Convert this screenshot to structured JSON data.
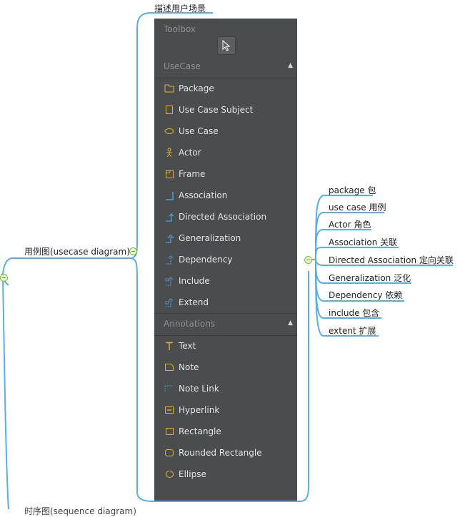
{
  "mindmap": {
    "top_branch": "描述用户场景",
    "main_node": "用例图(usecase diagram)",
    "bottom_partial": "时序图(sequence diagram)",
    "right_branches": [
      "package 包",
      "use case 用例",
      "Actor 角色",
      "Association 关联",
      "Directed Association 定向关联",
      "Generalization 泛化",
      "Dependency 依赖",
      "include 包含",
      "extent 扩展"
    ]
  },
  "toolbox": {
    "title": "Toolbox",
    "pointer_icon": "pointer-arrow-icon",
    "sections": [
      {
        "header": "UseCase",
        "items": [
          {
            "label": "Package",
            "icon": "package-icon"
          },
          {
            "label": "Use Case Subject",
            "icon": "use-case-subject-icon"
          },
          {
            "label": "Use Case",
            "icon": "use-case-icon"
          },
          {
            "label": "Actor",
            "icon": "actor-icon"
          },
          {
            "label": "Frame",
            "icon": "frame-icon"
          },
          {
            "label": "Association",
            "icon": "association-icon"
          },
          {
            "label": "Directed Association",
            "icon": "directed-association-icon"
          },
          {
            "label": "Generalization",
            "icon": "generalization-icon"
          },
          {
            "label": "Dependency",
            "icon": "dependency-icon"
          },
          {
            "label": "Include",
            "icon": "include-icon"
          },
          {
            "label": "Extend",
            "icon": "extend-icon"
          }
        ]
      },
      {
        "header": "Annotations",
        "items": [
          {
            "label": "Text",
            "icon": "text-icon"
          },
          {
            "label": "Note",
            "icon": "note-icon"
          },
          {
            "label": "Note Link",
            "icon": "note-link-icon"
          },
          {
            "label": "Hyperlink",
            "icon": "hyperlink-icon"
          },
          {
            "label": "Rectangle",
            "icon": "rectangle-icon"
          },
          {
            "label": "Rounded Rectangle",
            "icon": "rounded-rectangle-icon"
          },
          {
            "label": "Ellipse",
            "icon": "ellipse-icon"
          }
        ]
      }
    ],
    "colors": {
      "panel": "#4b4c4e",
      "icon_yellow": "#d8b23a",
      "icon_blue": "#4aa3df",
      "branch_line": "#5aaee6"
    }
  }
}
